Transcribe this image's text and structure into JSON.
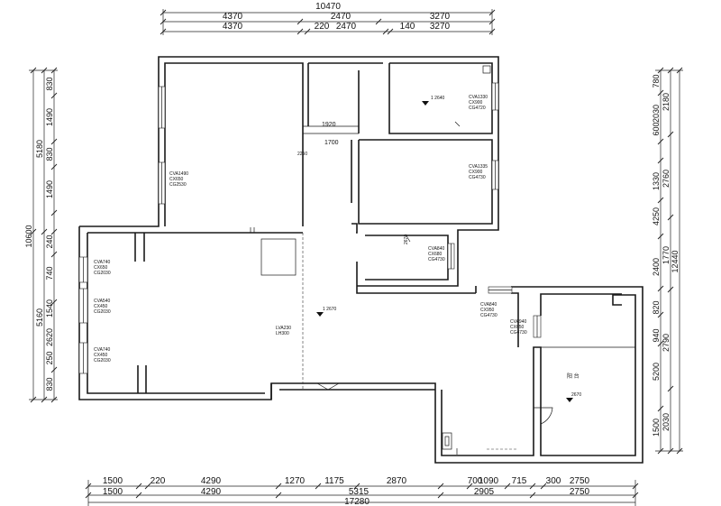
{
  "dimensions": {
    "top_total": "10470",
    "top_row1": [
      "4370",
      "2470",
      "3270"
    ],
    "top_row2": [
      "4370",
      "220",
      "2470",
      "140",
      "3270"
    ],
    "bottom_row1": [
      "1500",
      "220",
      "4290",
      "1270",
      "1175",
      "2870",
      "700",
      "1090",
      "715",
      "300",
      "2750"
    ],
    "bottom_row2": [
      "1500",
      "4290",
      "5315",
      "2905",
      "2750"
    ],
    "bottom_total": "17280",
    "left_total": "10600",
    "left_upper_sub": "5180",
    "left_lower_sub": "5160",
    "left_segments": [
      "830",
      "1490",
      "830",
      "1490",
      "240",
      "740",
      "1540",
      "2620",
      "250",
      "830"
    ],
    "right_total": "12440",
    "right_col1": [
      "780",
      "2030",
      "600",
      "1330",
      "4250",
      "2400",
      "820",
      "940",
      "5200",
      "1500"
    ],
    "right_col2": [
      "2180",
      "2760",
      "1770",
      "2790",
      "2030"
    ]
  },
  "annotations": {
    "living_room": [
      "LVA230",
      "LH300"
    ],
    "bedroom_main_window": [
      "CVA1490",
      "CX650",
      "CG2530"
    ],
    "window_left_1": [
      "CVA740",
      "CX650",
      "CG2030"
    ],
    "window_left_2": [
      "CVA540",
      "CX450",
      "CG2030"
    ],
    "window_left_3": [
      "CVA740",
      "CX450",
      "CG2030"
    ],
    "window_tr_1": [
      "CVA1330",
      "CX900",
      "CG4720"
    ],
    "window_tr_2": [
      "CVA1335",
      "CX900",
      "CG4730"
    ],
    "window_small": [
      "CVA840",
      "CX680",
      "CG4730"
    ],
    "window_kitchen_1": [
      "CVA840",
      "CX950",
      "CG4730"
    ],
    "window_kitchen_2": [
      "CVA940",
      "CX650",
      "CG4730"
    ],
    "level_1": "1 2640",
    "level_2": "1 2670",
    "level_3": "2670",
    "level_4": "2670",
    "corridor_1": "1920",
    "corridor_2": "1700",
    "corridor_3": "2250",
    "balcony": "阳 台"
  }
}
